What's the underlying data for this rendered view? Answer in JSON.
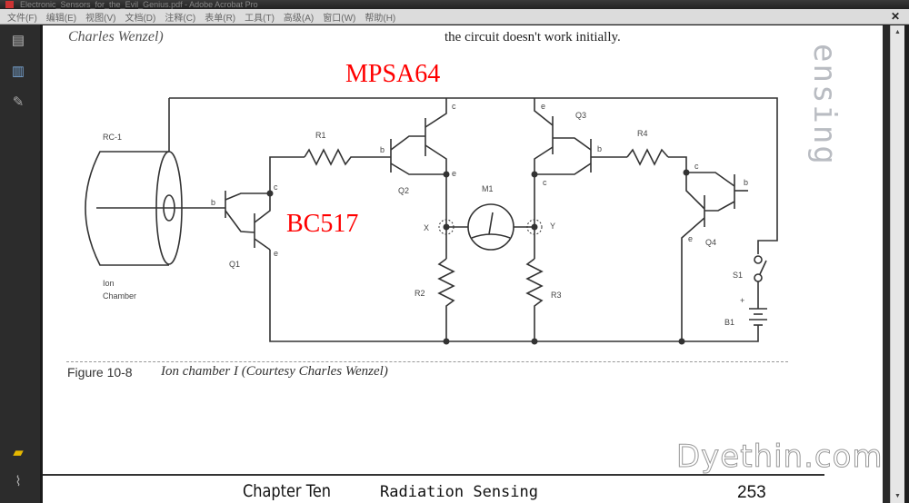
{
  "window": {
    "title": "Electronic_Sensors_for_the_Evil_Genius.pdf - Adobe Acrobat Pro"
  },
  "menu": [
    "文件(F)",
    "编辑(E)",
    "视图(V)",
    "文档(D)",
    "注释(C)",
    "表单(R)",
    "工具(T)",
    "高级(A)",
    "窗口(W)",
    "帮助(H)"
  ],
  "sidebar": {
    "icons": [
      "pages-icon",
      "bookmarks-icon",
      "signatures-icon",
      "comments-icon",
      "attachments-icon"
    ]
  },
  "page": {
    "top_left_text": "Charles Wenzel)",
    "top_right_text": "the circuit doesn't work initially.",
    "side_heading": "ensing",
    "figure_number": "Figure 10-8",
    "figure_caption": "Ion chamber I (Courtesy Charles Wenzel)",
    "footer_chapter": "Chapter Ten",
    "footer_section": "Radiation Sensing",
    "footer_page": "253",
    "watermark": "Dyethin.com"
  },
  "annotations": {
    "q2_part": "MPSA64",
    "q1_part": "BC517",
    "color": "#ff0000"
  },
  "circuit": {
    "labels": {
      "rc1": "RC-1",
      "ion1": "Ion",
      "ion2": "Chamber",
      "q1": "Q1",
      "q2": "Q2",
      "q3": "Q3",
      "q4": "Q4",
      "r1": "R1",
      "r2": "R2",
      "r3": "R3",
      "r4": "R4",
      "m1": "M1",
      "s1": "S1",
      "b1": "B1",
      "x": "X",
      "y": "Y",
      "plus": "+",
      "b": "b",
      "c": "c",
      "e": "e"
    }
  }
}
